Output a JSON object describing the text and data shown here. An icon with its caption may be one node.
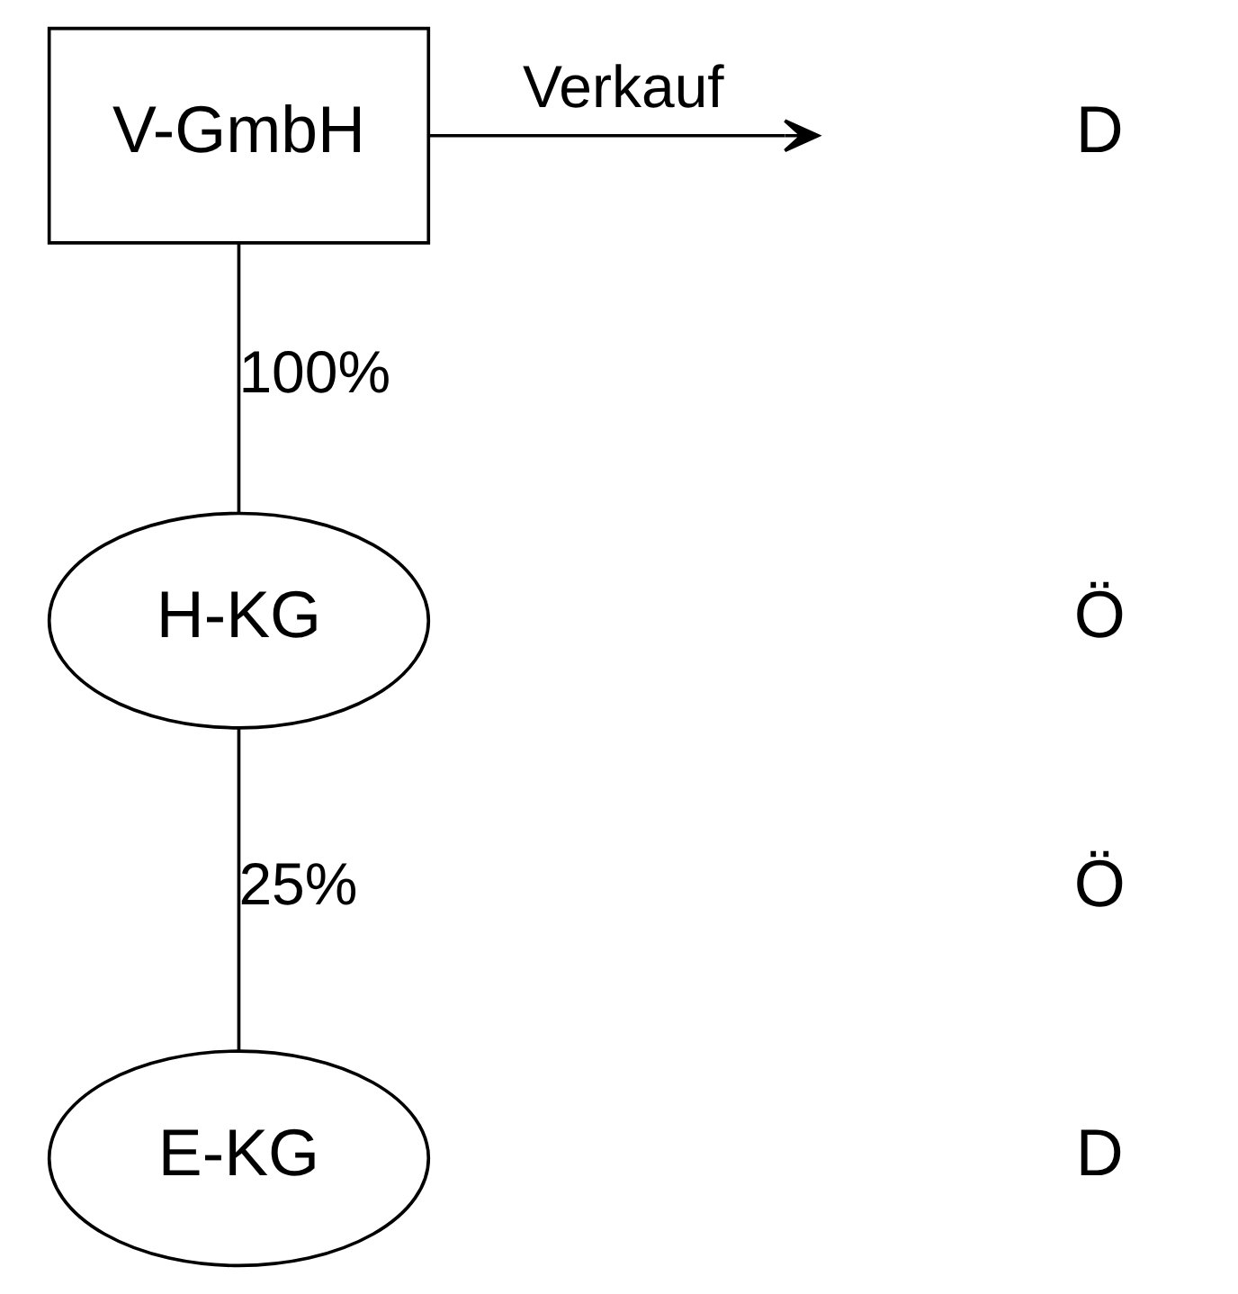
{
  "diagram": {
    "nodes": [
      {
        "text": [
          "V-GmbH"
        ]
      },
      {
        "text": [
          "H-KG"
        ]
      },
      {
        "text": [
          "E-KG"
        ]
      }
    ],
    "edges": [
      {
        "from": 0,
        "to": 1,
        "arrow": "none",
        "label": "100%"
      },
      {
        "from": 0,
        "to": null,
        "arrow": "to",
        "label": "Verkauf"
      },
      {
        "from": 1,
        "to": 2,
        "arrow": "none",
        "label": "25%"
      }
    ],
    "labels": [
      "D",
      "Ö",
      "Ö",
      "D"
    ]
  }
}
